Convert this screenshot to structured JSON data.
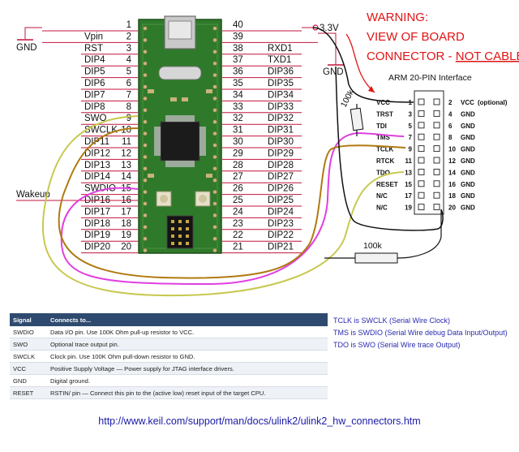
{
  "left_pins": [
    {
      "num": "1",
      "label": ""
    },
    {
      "num": "2",
      "label": "Vpin"
    },
    {
      "num": "3",
      "label": "RST"
    },
    {
      "num": "4",
      "label": "DIP4"
    },
    {
      "num": "5",
      "label": "DIP5"
    },
    {
      "num": "6",
      "label": "DIP6"
    },
    {
      "num": "7",
      "label": "DIP7"
    },
    {
      "num": "8",
      "label": "DIP8"
    },
    {
      "num": "9",
      "label": "SWO"
    },
    {
      "num": "10",
      "label": "SWCLK"
    },
    {
      "num": "11",
      "label": "DIP11"
    },
    {
      "num": "12",
      "label": "DIP12"
    },
    {
      "num": "13",
      "label": "DIP13"
    },
    {
      "num": "14",
      "label": "DIP14"
    },
    {
      "num": "15",
      "label": "SWDIO"
    },
    {
      "num": "16",
      "label": "DIP16"
    },
    {
      "num": "17",
      "label": "DIP17"
    },
    {
      "num": "18",
      "label": "DIP18"
    },
    {
      "num": "19",
      "label": "DIP19"
    },
    {
      "num": "20",
      "label": "DIP20"
    }
  ],
  "right_pins": [
    {
      "num": "40",
      "label": ""
    },
    {
      "num": "39",
      "label": ""
    },
    {
      "num": "38",
      "label": "RXD1"
    },
    {
      "num": "37",
      "label": "TXD1"
    },
    {
      "num": "36",
      "label": "DIP36"
    },
    {
      "num": "35",
      "label": "DIP35"
    },
    {
      "num": "34",
      "label": "DIP34"
    },
    {
      "num": "33",
      "label": "DIP33"
    },
    {
      "num": "32",
      "label": "DIP32"
    },
    {
      "num": "31",
      "label": "DIP31"
    },
    {
      "num": "30",
      "label": "DIP30"
    },
    {
      "num": "29",
      "label": "DIP29"
    },
    {
      "num": "28",
      "label": "DIP28"
    },
    {
      "num": "27",
      "label": "DIP27"
    },
    {
      "num": "26",
      "label": "DIP26"
    },
    {
      "num": "25",
      "label": "DIP25"
    },
    {
      "num": "24",
      "label": "DIP24"
    },
    {
      "num": "23",
      "label": "DIP23"
    },
    {
      "num": "22",
      "label": "DIP22"
    },
    {
      "num": "21",
      "label": "DIP21"
    }
  ],
  "labels": {
    "gnd_left": "GND",
    "vcc_33": "3.3V",
    "gnd_right": "GND",
    "wakeup": "Wakeup",
    "resistor_top": "100k",
    "resistor_bottom": "100k"
  },
  "warning": {
    "line1": "WARNING:",
    "line2": "VIEW OF BOARD",
    "line3_a": "CONNECTOR  - ",
    "line3_b": "NOT CABLE !!"
  },
  "arm": {
    "title": "ARM 20-PIN Interface",
    "left": [
      {
        "name": "VCC",
        "num": "1"
      },
      {
        "name": "TRST",
        "num": "3"
      },
      {
        "name": "TDI",
        "num": "5"
      },
      {
        "name": "TMS",
        "num": "7"
      },
      {
        "name": "TCLK",
        "num": "9"
      },
      {
        "name": "RTCK",
        "num": "11"
      },
      {
        "name": "TDO",
        "num": "13"
      },
      {
        "name": "RESET",
        "num": "15"
      },
      {
        "name": "N/C",
        "num": "17"
      },
      {
        "name": "N/C",
        "num": "19"
      }
    ],
    "right": [
      {
        "num": "2",
        "name": "VCC",
        "note": "(optional)"
      },
      {
        "num": "4",
        "name": "GND",
        "note": ""
      },
      {
        "num": "6",
        "name": "GND",
        "note": ""
      },
      {
        "num": "8",
        "name": "GND",
        "note": ""
      },
      {
        "num": "10",
        "name": "GND",
        "note": ""
      },
      {
        "num": "12",
        "name": "GND",
        "note": ""
      },
      {
        "num": "14",
        "name": "GND",
        "note": ""
      },
      {
        "num": "16",
        "name": "GND",
        "note": ""
      },
      {
        "num": "18",
        "name": "GND",
        "note": ""
      },
      {
        "num": "20",
        "name": "GND",
        "note": ""
      }
    ]
  },
  "notes": [
    "TCLK is SWCLK (Serial Wire Clock)",
    "TMS is SWDIO (Serial Wire debug Data Input/Output)",
    "TDO is SWO (Serial Wire trace Output)"
  ],
  "table": {
    "headers": [
      "Signal",
      "Connects to..."
    ],
    "rows": [
      [
        "SWDIO",
        "Data I/O pin. Use 100K Ohm pull-up resistor to VCC."
      ],
      [
        "SWO",
        "Optional trace output pin."
      ],
      [
        "SWCLK",
        "Clock pin. Use 100K Ohm pull-down resistor to GND."
      ],
      [
        "VCC",
        "Positive Supply Voltage — Power supply for JTAG interface drivers."
      ],
      [
        "GND",
        "Digital ground."
      ],
      [
        "RESET",
        "RSTIN/ pin — Connect this pin to the (active low) reset input of the target CPU."
      ]
    ]
  },
  "url": "http://www.keil.com/support/man/docs/ulink2/ulink2_hw_connectors.htm",
  "colors": {
    "pin_line": "#c0143c",
    "swdio_wire": "#e040e0",
    "swclk_wire": "#b07a10",
    "swo_wire": "#c8c850",
    "black_wire": "#111111",
    "board": "#2f7a2a",
    "warning": "#e01414",
    "note_text": "#2a2ab0",
    "table_header": "#2e4a6e"
  }
}
